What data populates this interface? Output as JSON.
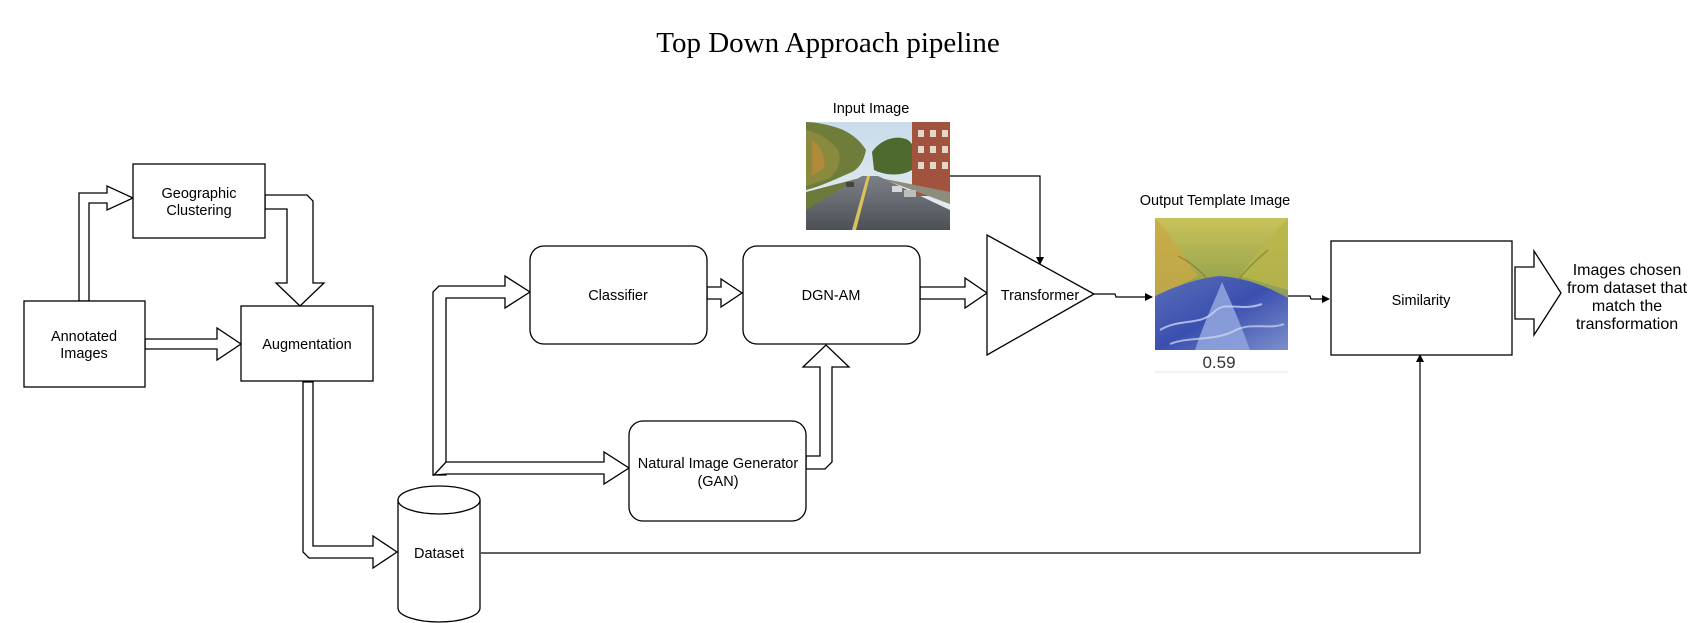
{
  "title": "Top Down Approach pipeline",
  "nodes": {
    "annotated_images": [
      "Annotated",
      "Images"
    ],
    "geographic_clustering": [
      "Geographic",
      "Clustering"
    ],
    "augmentation": "Augmentation",
    "dataset": "Dataset",
    "classifier": "Classifier",
    "dgn_am": "DGN-AM",
    "natural_image_generator": [
      "Natural Image Generator",
      "(GAN)"
    ],
    "transformer": "Transformer",
    "similarity": "Similarity"
  },
  "images": {
    "input_caption": "Input Image",
    "output_caption": "Output Template Image",
    "output_score": "0.59"
  },
  "result": [
    "Images chosen",
    "from dataset that",
    "match the",
    "transformation"
  ]
}
